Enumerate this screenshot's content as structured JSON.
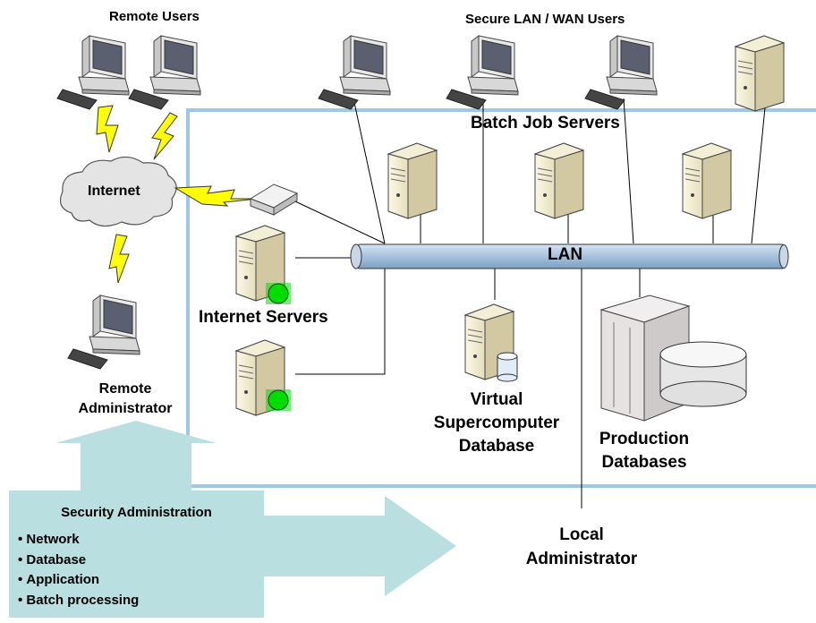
{
  "labels": {
    "remote_users": "Remote Users",
    "secure_users": "Secure LAN / WAN Users",
    "batch_servers": "Batch Job Servers",
    "internet": "Internet",
    "lan": "LAN",
    "internet_servers": "Internet Servers",
    "remote_admin_line1": "Remote",
    "remote_admin_line2": "Administrator",
    "vsc_line1": "Virtual",
    "vsc_line2": "Supercomputer",
    "vsc_line3": "Database",
    "prod_line1": "Production",
    "prod_line2": "Databases",
    "local_line1": "Local",
    "local_line2": "Administrator"
  },
  "security_admin": {
    "title": "Security Administration",
    "items": [
      "Network",
      "Database",
      "Application",
      "Batch processing"
    ]
  },
  "colors": {
    "region_border": "#9cc8e8",
    "lan_bus": "#a7c2dc",
    "admin_fill": "#b9dfe0",
    "cloud_fill": "#e4e4e4",
    "lightning_fill": "#ffff00",
    "status_green": "#00dd00"
  },
  "icons": [
    "workstation-icon",
    "server-tower-icon",
    "router-icon",
    "cloud-icon",
    "lightning-icon",
    "database-cylinder-icon",
    "mainframe-icon"
  ]
}
